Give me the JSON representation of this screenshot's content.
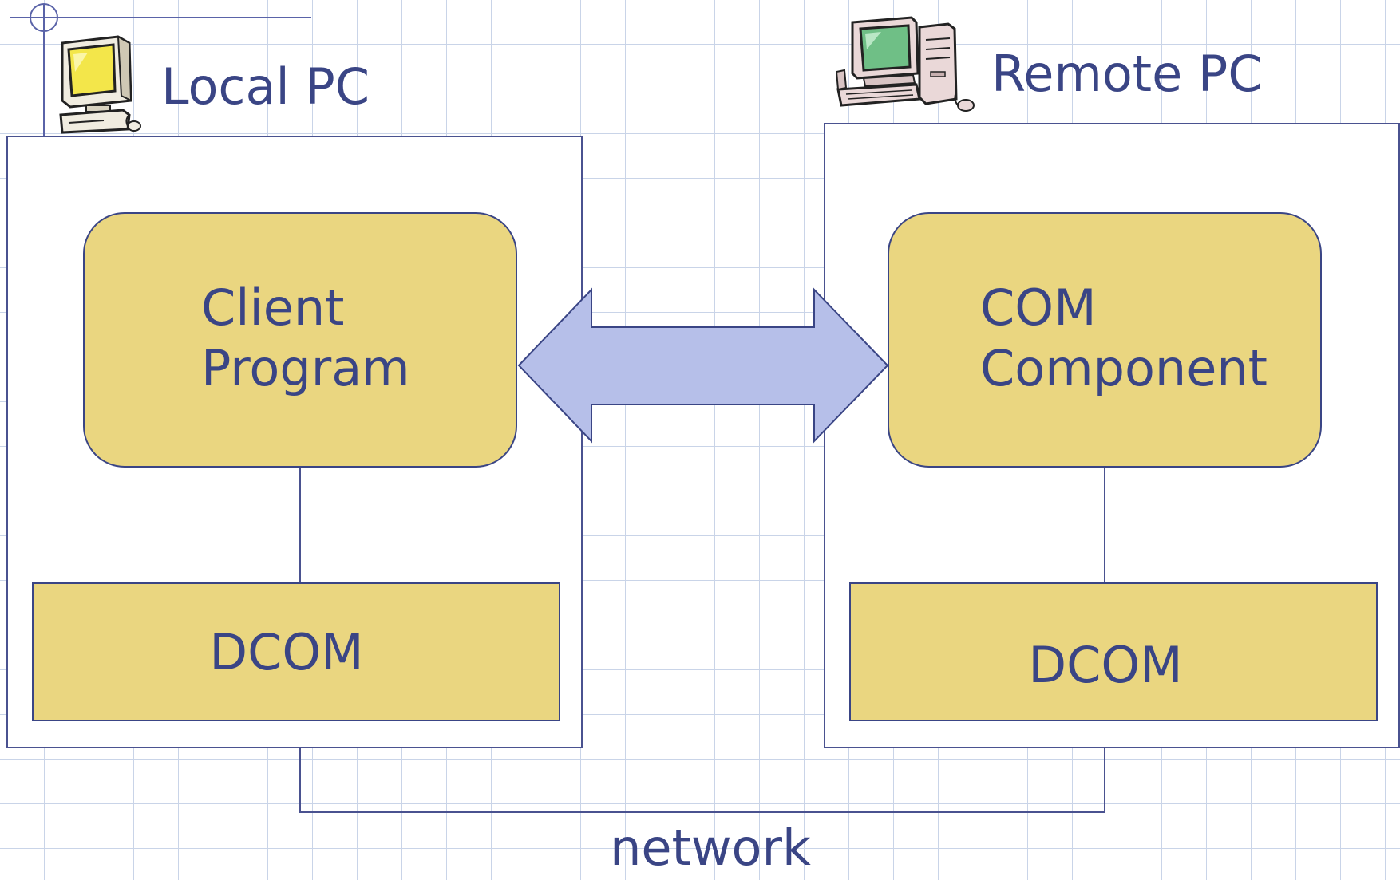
{
  "local_pc": {
    "label": "Local PC",
    "client_box": {
      "line1": "Client",
      "line2": "Program"
    },
    "dcom_label": "DCOM"
  },
  "remote_pc": {
    "label": "Remote PC",
    "component_box": {
      "line1": "COM",
      "line2": "Component"
    },
    "dcom_label": "DCOM"
  },
  "network_label": "network",
  "icons": {
    "local": "desktop-computer-icon",
    "remote": "tower-computer-icon"
  },
  "colors": {
    "box_fill": "#ead680",
    "text": "#3a4585",
    "arrow_fill": "#b6bfe9",
    "grid": "#c9d4e8"
  }
}
